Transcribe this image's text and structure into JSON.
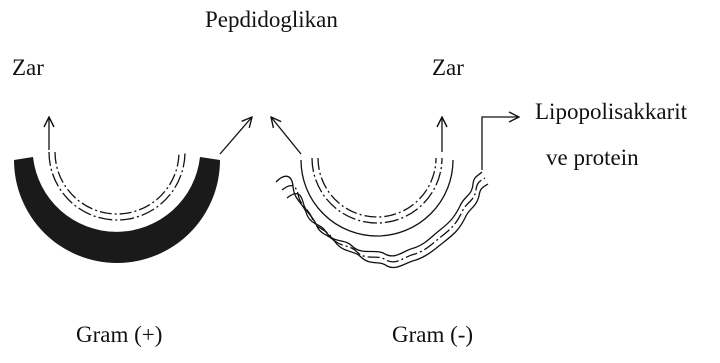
{
  "labels": {
    "peptidoglycan": "Pepdidoglikan",
    "membrane_left": "Zar",
    "membrane_right": "Zar",
    "lps_line1": "Lipopolisakkarit",
    "lps_line2": "ve protein",
    "gram_positive": "Gram (+)",
    "gram_negative": "Gram (-)"
  },
  "colors": {
    "ink": "#111111",
    "wall_fill": "#1a1a1a"
  }
}
